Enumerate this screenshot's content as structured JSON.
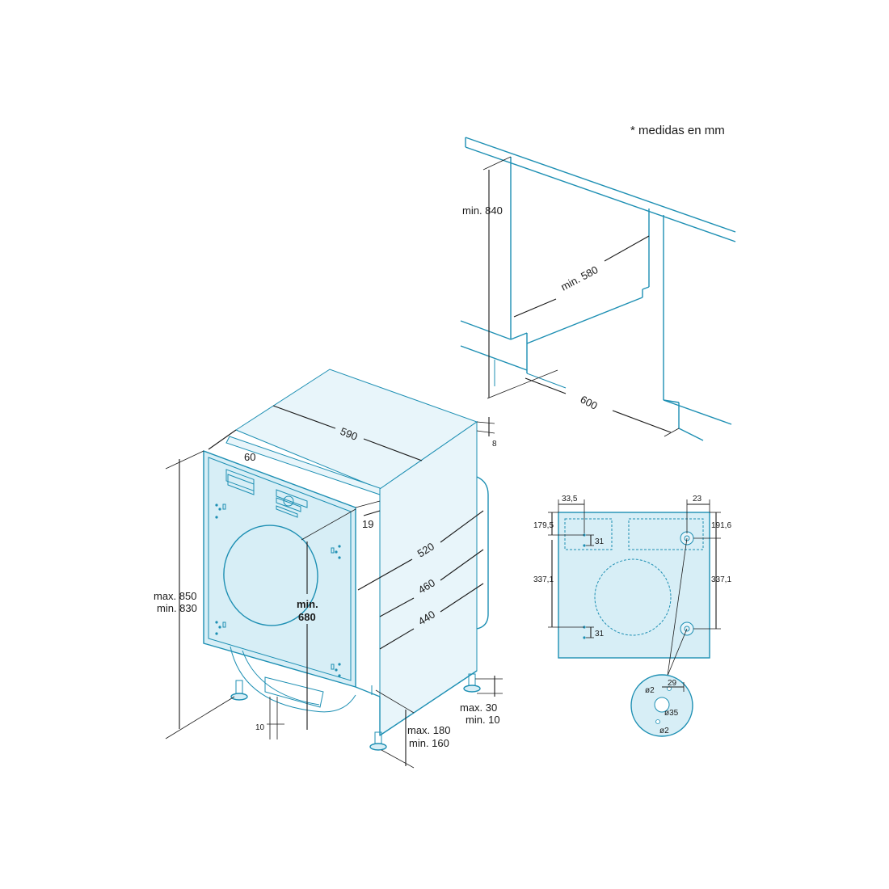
{
  "note": "* medidas en mm",
  "niche": {
    "height": "min. 840",
    "depth": "min. 580",
    "width": "600"
  },
  "appliance": {
    "width": "590",
    "top_offset": "60",
    "top_gap": "8",
    "door_gap": "19",
    "depth_1": "520",
    "depth_2": "460",
    "depth_3": "440",
    "height_max": "max. 850",
    "height_min": "min. 830",
    "door_height_1": "min.",
    "door_height_2": "680",
    "plinth": "10",
    "feet_max": "max. 180",
    "feet_min": "min. 160",
    "foot_max": "max. 30",
    "foot_min": "min. 10"
  },
  "door_panel": {
    "left_offset": "33,5",
    "right_offset": "23",
    "top_left": "179,5",
    "top_right": "191,6",
    "spacing_left": "337,1",
    "spacing_right": "337,1",
    "hinge_w_top": "31",
    "hinge_w_bottom": "31"
  },
  "hinge_detail": {
    "offset": "29",
    "hole_small_top": "ø2",
    "hole_large": "ø35",
    "hole_small_bottom": "ø2"
  }
}
